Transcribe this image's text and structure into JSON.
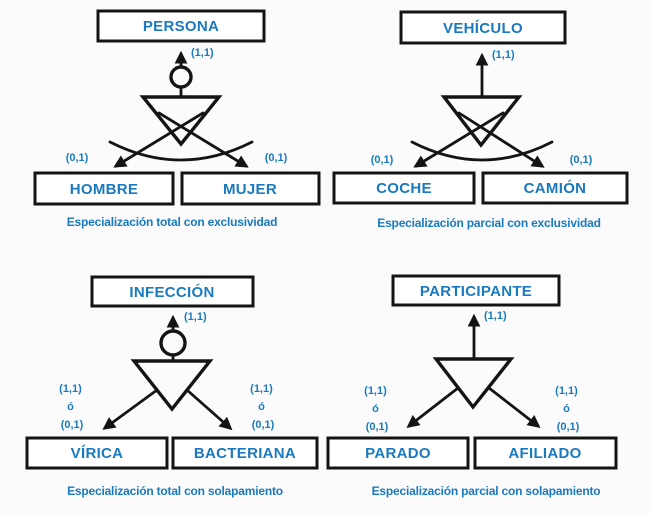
{
  "palette": {
    "accent": "#1a7abf",
    "ink": "#141414",
    "background": "#fbfbfb",
    "box_fill": "#ffffff"
  },
  "diagrams": [
    {
      "parent": "PERSONA",
      "parent_cardinality": "(1,1)",
      "left_child": "HOMBRE",
      "left_cardinality": "(0,1)",
      "right_child": "MUJER",
      "right_cardinality": "(0,1)",
      "total": true,
      "exclusive": true,
      "caption": "Especialización total con exclusividad"
    },
    {
      "parent": "VEHÍCULO",
      "parent_cardinality": "(1,1)",
      "left_child": "COCHE",
      "left_cardinality": "(0,1)",
      "right_child": "CAMIÓN",
      "right_cardinality": "(0,1)",
      "total": false,
      "exclusive": true,
      "caption": "Especialización parcial con exclusividad"
    },
    {
      "parent": "INFECCIÓN",
      "parent_cardinality": "(1,1)",
      "left_child": "VÍRICA",
      "left_cardinality_lines": [
        "(1,1)",
        "ó",
        "(0,1)"
      ],
      "right_child": "BACTERIANA",
      "right_cardinality_lines": [
        "(1,1)",
        "ó",
        "(0,1)"
      ],
      "total": true,
      "exclusive": false,
      "caption": "Especialización total con solapamiento"
    },
    {
      "parent": "PARTICIPANTE",
      "parent_cardinality": "(1,1)",
      "left_child": "PARADO",
      "left_cardinality_lines": [
        "(1,1)",
        "ó",
        "(0,1)"
      ],
      "right_child": "AFILIADO",
      "right_cardinality_lines": [
        "(1,1)",
        "ó",
        "(0,1)"
      ],
      "total": false,
      "exclusive": false,
      "caption": "Especialización parcial con solapamiento"
    }
  ]
}
